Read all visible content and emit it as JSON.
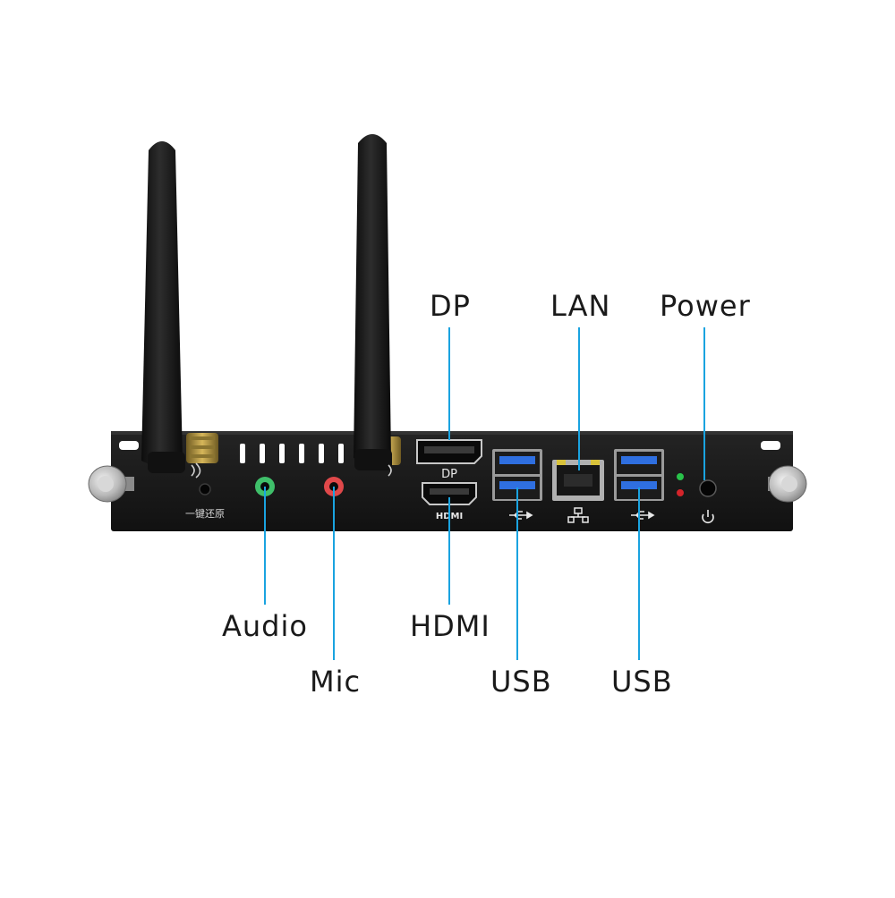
{
  "callouts": {
    "dp": "DP",
    "lan": "LAN",
    "power": "Power",
    "audio": "Audio",
    "mic": "Mic",
    "hdmi": "HDMI",
    "usb_left": "USB",
    "usb_right": "USB"
  },
  "panel_text": {
    "reset_label": "一键还原",
    "dp_label": "DP",
    "hdmi_label": "HDMI"
  },
  "icons": {
    "usb_left": "usb-icon",
    "lan": "network-icon",
    "usb_right": "usb-icon",
    "power": "power-icon",
    "wifi": "wifi-icon"
  },
  "colors": {
    "leader_line": "#1aa3e0",
    "chassis": "#141414",
    "usb_port": "#2f6fe0",
    "audio_jack": "#3fbf6a",
    "mic_jack": "#e0484a",
    "led_green": "#29c24a",
    "led_red": "#d4242a",
    "lan_led": "#d8c23a"
  }
}
